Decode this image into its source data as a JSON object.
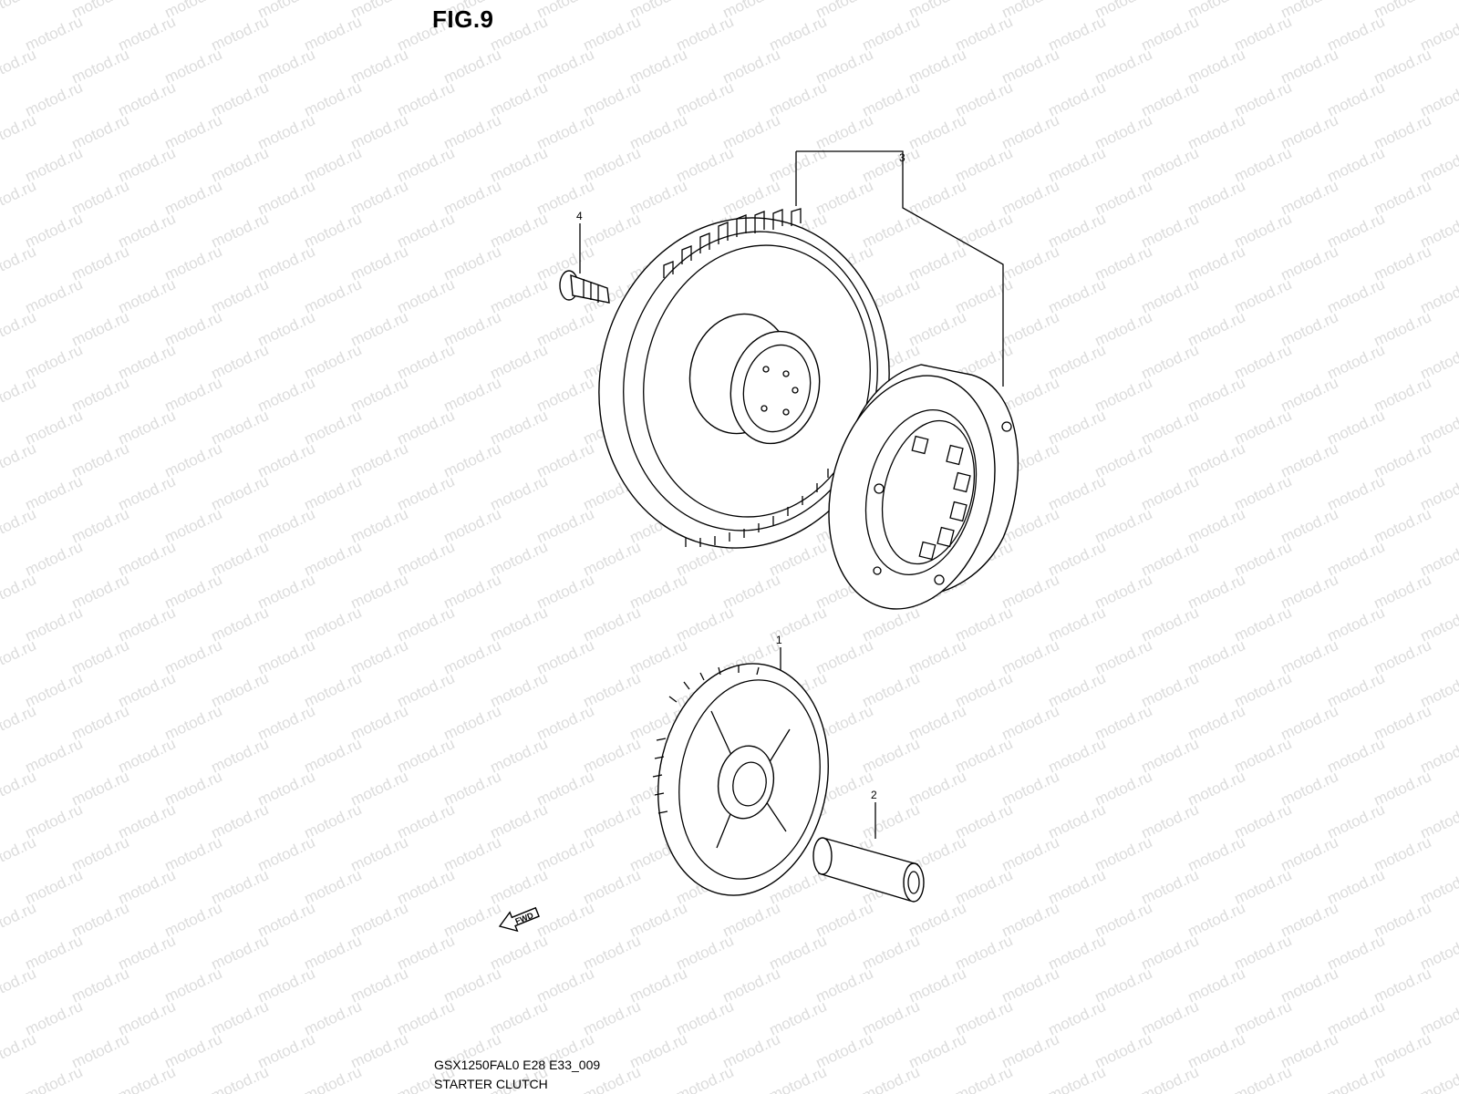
{
  "figure": {
    "title": "FIG.9",
    "code": "GSX1250FAL0 E28 E33_009",
    "name": "STARTER CLUTCH"
  },
  "watermark": "motod.ru",
  "callouts": [
    {
      "id": "1",
      "label": "1"
    },
    {
      "id": "2",
      "label": "2"
    },
    {
      "id": "3",
      "label": "3"
    },
    {
      "id": "4",
      "label": "4"
    }
  ],
  "fwd_label": "FWD"
}
